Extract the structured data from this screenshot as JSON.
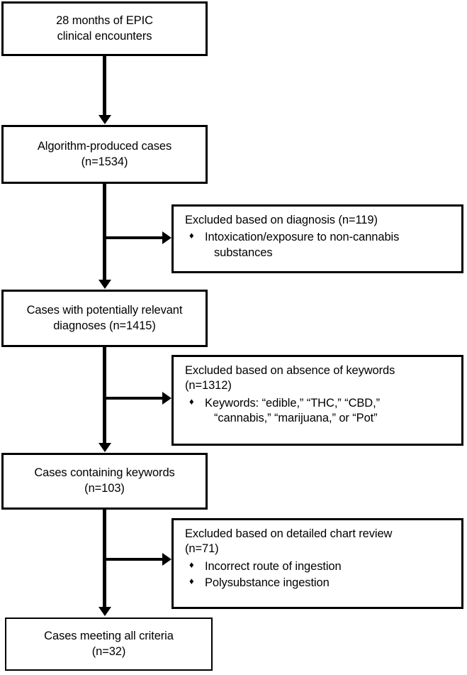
{
  "figure": {
    "type": "flowchart",
    "orientation": "vertical-with-right-exclusions",
    "bullet_glyph": "♦",
    "line_color": "#000000",
    "box_fill": "#ffffff"
  },
  "nodes": {
    "source": {
      "line1": "28 months of EPIC",
      "line2": "clinical encounters"
    },
    "algorithm_cases": {
      "line1": "Algorithm-produced cases",
      "line2": "(n=1534)"
    },
    "relevant_diagnoses": {
      "line1": "Cases with potentially relevant",
      "line2": "diagnoses (n=1415)"
    },
    "keyword_cases": {
      "line1": "Cases containing keywords",
      "line2": "(n=103)"
    },
    "final_cases": {
      "line1": "Cases meeting all criteria",
      "line2": "(n=32)"
    }
  },
  "exclusions": {
    "diagnosis": {
      "heading_line1": "Excluded based on diagnosis (n=119)",
      "heading_line2": "",
      "bullets": [
        {
          "line1": "Intoxication/exposure to non-cannabis",
          "line2": "substances"
        }
      ]
    },
    "keywords": {
      "heading_line1": "Excluded based on absence of keywords",
      "heading_line2": "(n=1312)",
      "bullets": [
        {
          "line1": "Keywords: “edible,” “THC,” “CBD,”",
          "line2": "“cannabis,” “marijuana,” or “Pot”"
        }
      ]
    },
    "chart_review": {
      "heading_line1": "Excluded based on detailed chart review",
      "heading_line2": "(n=71)",
      "bullets": [
        {
          "line1": "Incorrect route of ingestion",
          "line2": ""
        },
        {
          "line1": "Polysubstance ingestion",
          "line2": ""
        }
      ]
    }
  },
  "counts": {
    "encounters_months": 28,
    "algorithm_produced": 1534,
    "excluded_diagnosis": 119,
    "potentially_relevant": 1415,
    "excluded_no_keywords": 1312,
    "containing_keywords": 103,
    "excluded_chart_review": 71,
    "meeting_all_criteria": 32
  }
}
